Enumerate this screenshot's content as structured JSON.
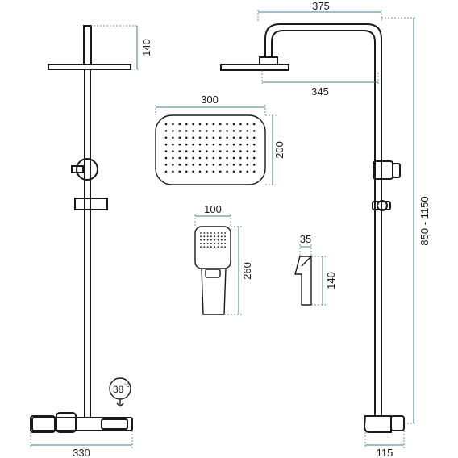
{
  "dimensions": {
    "front_head_height": "140",
    "total_width": "330",
    "side_arm_reach": "375",
    "side_head_offset": "345",
    "column_height": "850 - 1150",
    "side_base_depth": "115",
    "head_width": "300",
    "head_depth": "200",
    "hand_width": "100",
    "hand_length": "260",
    "holder_width": "35",
    "holder_height": "140"
  },
  "thermostat_display": {
    "value": "38",
    "unit": "°C"
  },
  "colors": {
    "line": "#1a1a1a",
    "dimension_line": "#3f7f8c"
  }
}
